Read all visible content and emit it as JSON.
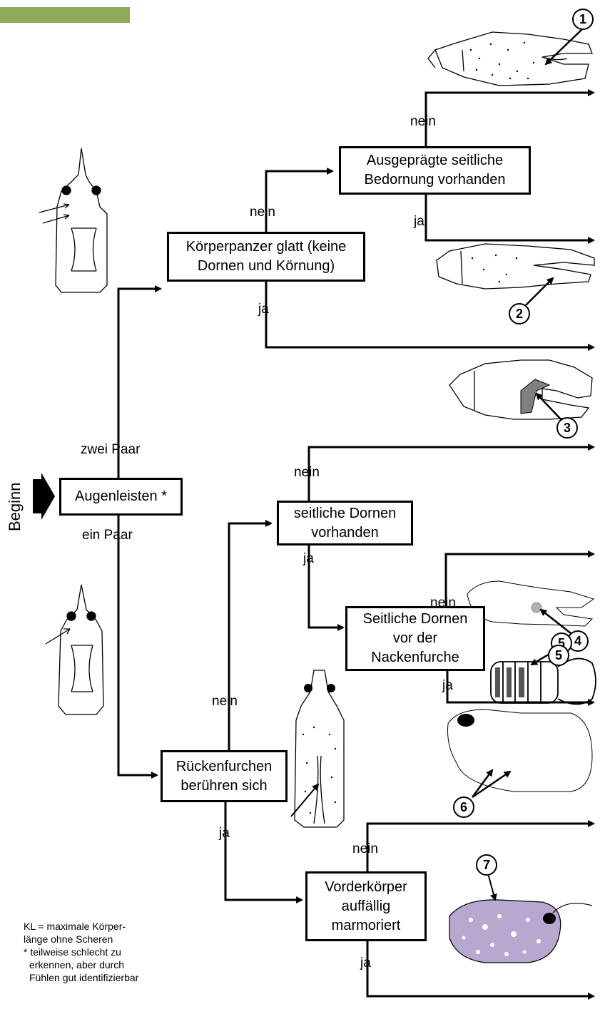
{
  "colors": {
    "accent": "#8dab5a",
    "line": "#000000",
    "marble": "#b8a8d0",
    "fill_gray": "#808080"
  },
  "start_label": "Beginn",
  "boxes": {
    "augenleisten": "Augenleisten *",
    "panzer_l1": "Körperpanzer glatt (keine",
    "panzer_l2": "Dornen und Körnung)",
    "bedornung_l1": "Ausgeprägte seitliche",
    "bedornung_l2": "Bedornung vorhanden",
    "seitlich_l1": "seitliche Dornen",
    "seitlich_l2": "vorhanden",
    "vorNacken_l1": "Seitliche Dornen",
    "vorNacken_l2": "vor der",
    "vorNacken_l3": "Nackenfurche",
    "ruecken_l1": "Rückenfurchen",
    "ruecken_l2": "berühren sich",
    "marmor_l1": "Vorderkörper",
    "marmor_l2": "auffällig",
    "marmor_l3": "marmoriert"
  },
  "labels": {
    "zwei_paar": "zwei Paar",
    "ein_paar": "ein Paar",
    "nein": "nein",
    "ja": "ja"
  },
  "numbers": [
    "1",
    "2",
    "3",
    "4",
    "5",
    "6",
    "7"
  ],
  "footnote": {
    "l1": "KL = maximale Körper-",
    "l2": "länge ohne Scheren",
    "l3": "* teilweise schlecht zu",
    "l4": "erkennen, aber durch",
    "l5": "Fühlen gut identifizierbar"
  }
}
